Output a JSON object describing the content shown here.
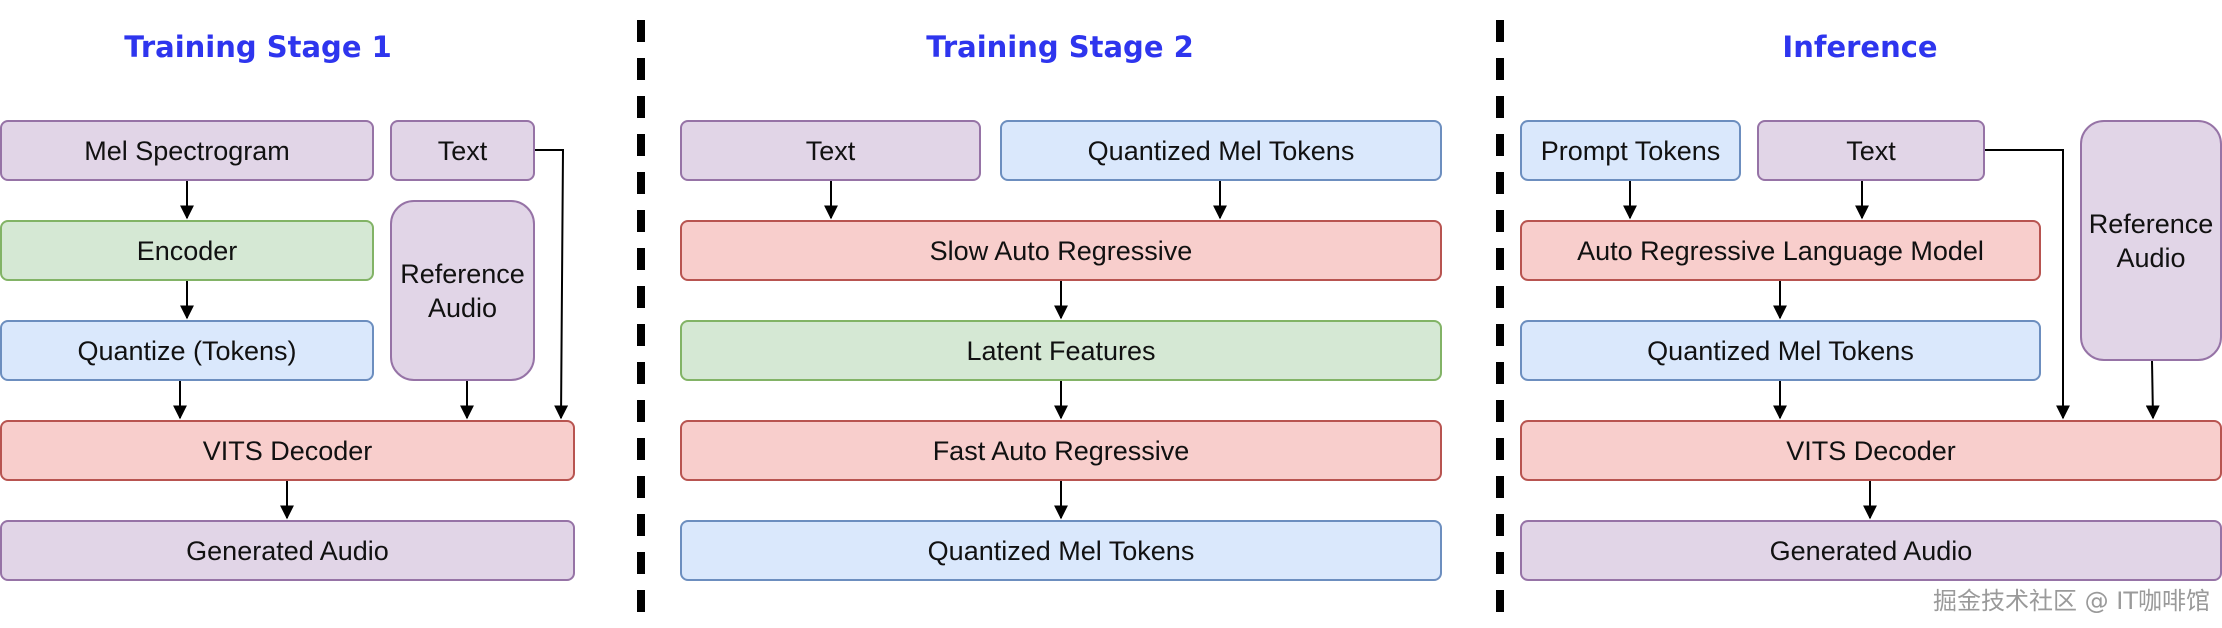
{
  "colors": {
    "title": "#2e35ee",
    "purple_fill": "#e1d5e7",
    "purple_border": "#9673a6",
    "green_fill": "#d5e8d4",
    "green_border": "#82b366",
    "blue_fill": "#dae8fc",
    "blue_border": "#6c8ebf",
    "red_fill": "#f8cecc",
    "red_border": "#b85450"
  },
  "stage1": {
    "title": "Training Stage 1",
    "mel_spectrogram": "Mel Spectrogram",
    "text": "Text",
    "encoder": "Encoder",
    "reference_audio": "Reference\nAudio",
    "quantize": "Quantize (Tokens)",
    "vits_decoder": "VITS Decoder",
    "generated_audio": "Generated Audio"
  },
  "stage2": {
    "title": "Training Stage 2",
    "text": "Text",
    "quantized_mel_tokens_in": "Quantized Mel Tokens",
    "slow_ar": "Slow Auto Regressive",
    "latent_features": "Latent Features",
    "fast_ar": "Fast Auto Regressive",
    "quantized_mel_tokens_out": "Quantized Mel Tokens"
  },
  "inference": {
    "title": "Inference",
    "prompt_tokens": "Prompt Tokens",
    "text": "Text",
    "reference_audio": "Reference\nAudio",
    "ar_language_model": "Auto Regressive Language Model",
    "quantized_mel_tokens": "Quantized Mel Tokens",
    "vits_decoder": "VITS Decoder",
    "generated_audio": "Generated Audio"
  },
  "watermark": "掘金技术社区 @ IT咖啡馆"
}
